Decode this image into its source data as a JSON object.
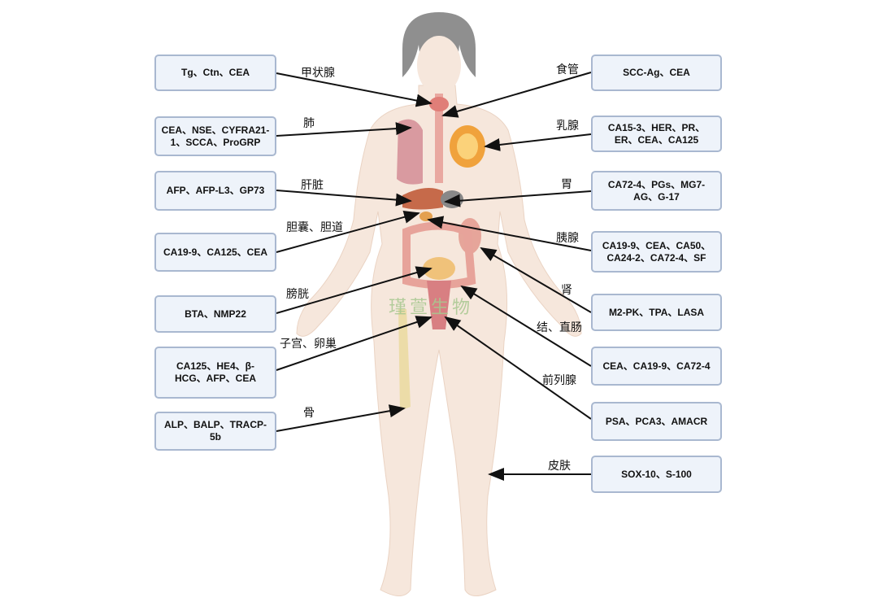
{
  "left": [
    {
      "organ": "甲状腺",
      "markers": "Tg、Ctn、CEA"
    },
    {
      "organ": "肺",
      "markers": "CEA、NSE、CYFRA21-1、SCCA、ProGRP"
    },
    {
      "organ": "肝脏",
      "markers": "AFP、AFP-L3、GP73"
    },
    {
      "organ": "胆囊、胆道",
      "markers": "CA19-9、CA125、CEA"
    },
    {
      "organ": "膀胱",
      "markers": "BTA、NMP22"
    },
    {
      "organ": "子宫、卵巢",
      "markers": "CA125、HE4、β-HCG、AFP、CEA"
    },
    {
      "organ": "骨",
      "markers": "ALP、BALP、TRACP-5b"
    }
  ],
  "right": [
    {
      "organ": "食管",
      "markers": "SCC-Ag、CEA"
    },
    {
      "organ": "乳腺",
      "markers": "CA15-3、HER、PR、ER、CEA、CA125"
    },
    {
      "organ": "胃",
      "markers": "CA72-4、PGs、MG7-AG、G-17"
    },
    {
      "organ": "胰腺",
      "markers": "CA19-9、CEA、CA50、CA24-2、CA72-4、SF"
    },
    {
      "organ": "肾",
      "markers": "M2-PK、TPA、LASA"
    },
    {
      "organ": "结、直肠",
      "markers": "CEA、CA19-9、CA72-4"
    },
    {
      "organ": "前列腺",
      "markers": "PSA、PCA3、AMACR"
    },
    {
      "organ": "皮肤",
      "markers": "SOX-10、S-100"
    }
  ],
  "watermark": "瑾萱生物",
  "colors": {
    "box_bg": "#eef3fa",
    "box_border": "#a9b8d0",
    "skin": "#f6e7dc",
    "hair": "#8f8f8f"
  }
}
